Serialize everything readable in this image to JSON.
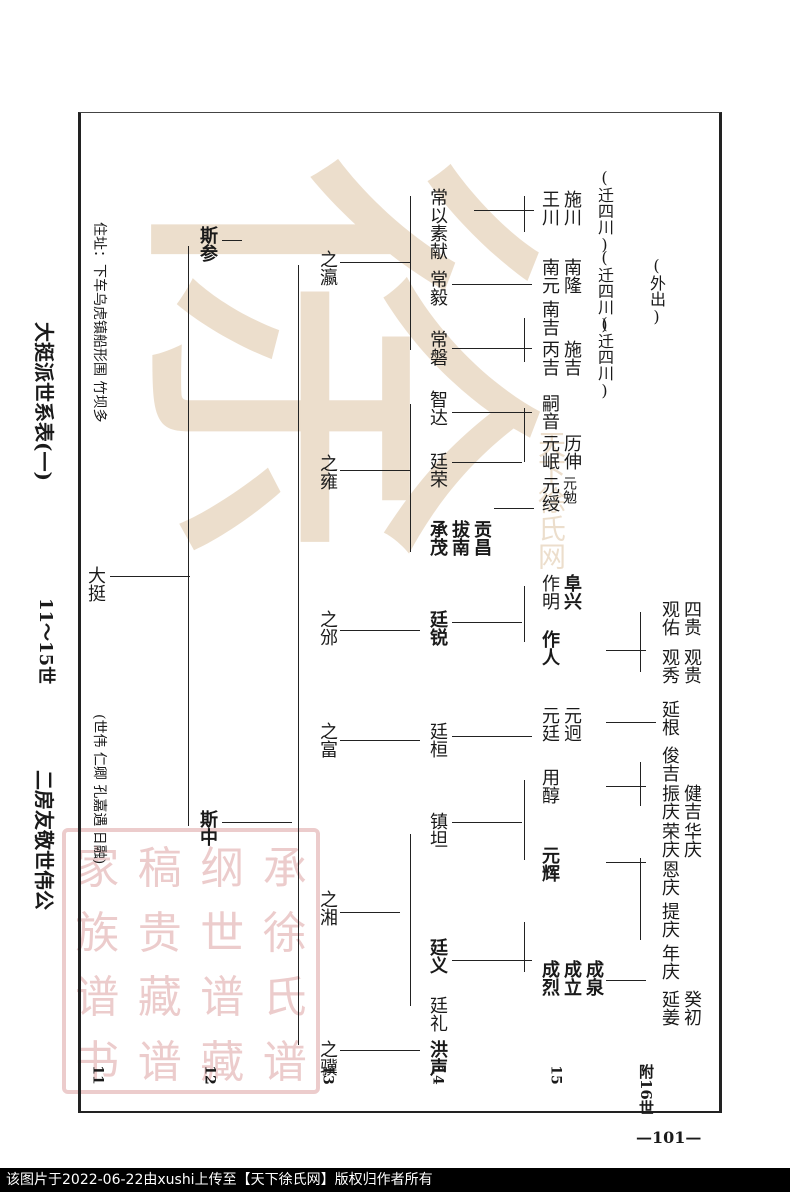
{
  "header": {
    "left_title": "二房友敬世伟公",
    "middle_title": "11～15世",
    "right_title": "大挺派世系表(一)",
    "note": "(世伟 仁卿 孔嘉遇 日融)",
    "address": "住址：下车乌虎镇船形围 竹坝多"
  },
  "generations": [
    "11",
    "12",
    "13",
    "14",
    "15",
    "附16世"
  ],
  "gen11": {
    "name": "大挺"
  },
  "gen12": [
    {
      "name": "斯中"
    },
    {
      "name": "斯参"
    }
  ],
  "gen13": [
    {
      "name": "之骥"
    },
    {
      "name": "之湘"
    },
    {
      "name": "之富"
    },
    {
      "name": "之邠"
    },
    {
      "name": "之雍"
    },
    {
      "name": "之瀛"
    }
  ],
  "gen14": [
    {
      "name": "洪声"
    },
    {
      "name": "廷礼"
    },
    {
      "name": "廷义"
    },
    {
      "name": "镇坦"
    },
    {
      "name": "廷桓"
    },
    {
      "name": "廷锐"
    },
    {
      "name": "承茂"
    },
    {
      "name": "拔南"
    },
    {
      "name": "贡昌"
    },
    {
      "name": "廷荣"
    },
    {
      "name": "智达"
    },
    {
      "name": "常磐"
    },
    {
      "name": "常毅"
    },
    {
      "name": "常以素献"
    }
  ],
  "gen15": [
    {
      "name": "成烈"
    },
    {
      "name": "成立"
    },
    {
      "name": "成泉"
    },
    {
      "name": "元辉"
    },
    {
      "name": "用醇"
    },
    {
      "name": "元廷"
    },
    {
      "name": "元迥"
    },
    {
      "name": "作人"
    },
    {
      "name": "作明"
    },
    {
      "name": "阜兴"
    },
    {
      "name": "元绶"
    },
    {
      "name": "元勉"
    },
    {
      "name": "元岷"
    },
    {
      "name": "历伸"
    },
    {
      "name": "嗣音"
    },
    {
      "name": "丙吉"
    },
    {
      "name": "施吉"
    },
    {
      "name": "南吉"
    },
    {
      "name": "南元"
    },
    {
      "name": "南隆"
    },
    {
      "name": "王川"
    },
    {
      "name": "施川"
    }
  ],
  "gen16": {
    "names": [
      "延姜",
      "癸初",
      "年庆",
      "提庆",
      "恩庆",
      "荣庆",
      "华庆",
      "振庆",
      "健吉",
      "俊吉",
      "延根",
      "观秀",
      "观贵",
      "观佑",
      "四贵"
    ]
  },
  "notes": {
    "migrated_1": "(迁四川)",
    "migrated_2": "(迁四川)",
    "migrated_3": "(迁四川)",
    "out": "(外出)"
  },
  "page_number": "—101—",
  "footer_text": "该图片于2022-06-22由xushi上传至【天下徐氏网】版权归作者所有",
  "seal_chars": [
    "家",
    "稿",
    "纲",
    "承",
    "族",
    "贵",
    "世",
    "徐",
    "谱",
    "藏",
    "谱",
    "氏",
    "书",
    "谱",
    "藏",
    "谱"
  ],
  "watermark": {
    "main": "徐",
    "sub": "天下徐氏网"
  }
}
